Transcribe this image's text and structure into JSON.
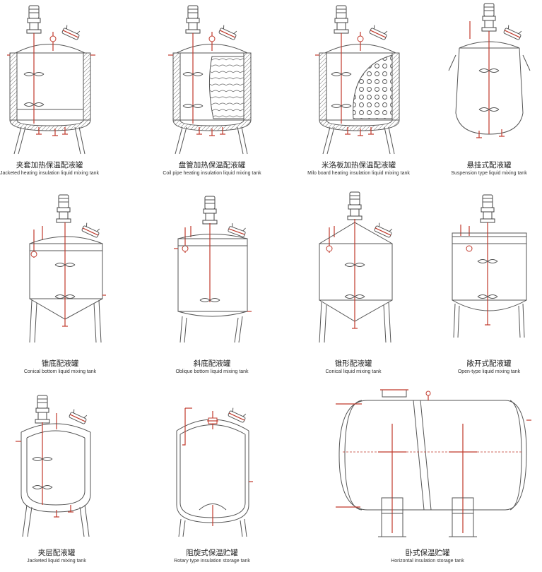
{
  "tanks": [
    {
      "zh": "夹套加热保温配液罐",
      "en": "Jacketed heating insulation liquid mixing tank"
    },
    {
      "zh": "盘管加热保温配液罐",
      "en": "Coil pipe heating insulation liquid mixing tank"
    },
    {
      "zh": "米洛板加热保温配液罐",
      "en": "Milo board heating insulation liquid mixing tank"
    },
    {
      "zh": "悬挂式配液罐",
      "en": "Suspension type liquid mixing tank"
    },
    {
      "zh": "锥底配液罐",
      "en": "Conical bottom liquid mixing tank"
    },
    {
      "zh": "斜底配液罐",
      "en": "Oblique bottom liquid mixing tank"
    },
    {
      "zh": "锥形配液罐",
      "en": "Conical liquid mixing tank"
    },
    {
      "zh": "敞开式配液罐",
      "en": "Open-type liquid mixing tank"
    },
    {
      "zh": "夹层配液罐",
      "en": "Jacketed liquid mixing tank"
    },
    {
      "zh": "阻旋式保温贮罐",
      "en": "Rotary type insulation storage tank"
    },
    {
      "zh": "卧式保温贮罐",
      "en": "Horizontal insulation storage tank"
    }
  ]
}
